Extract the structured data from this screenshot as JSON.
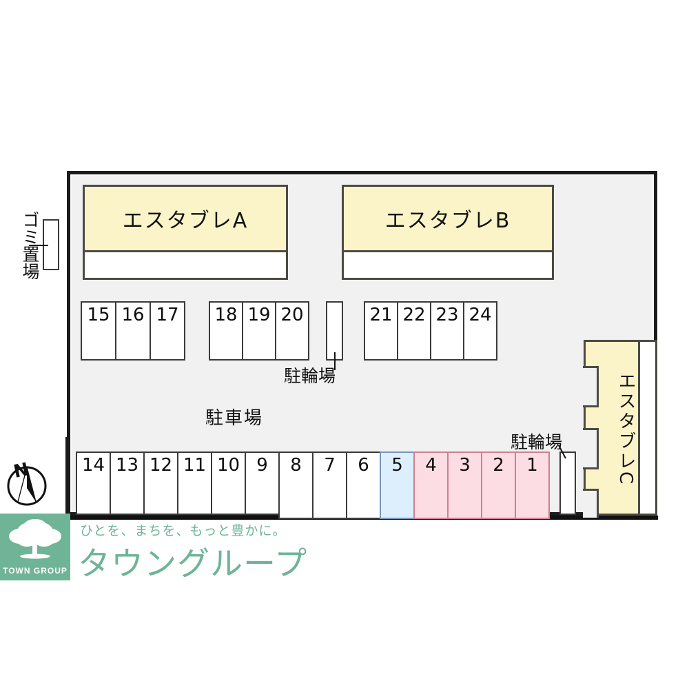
{
  "site": {
    "boundary_color": "#1b1b1b",
    "ground_color": "#f1f1f1"
  },
  "buildings": [
    {
      "id": "A",
      "label": "エスタブレA",
      "fill": "#fbf4c8"
    },
    {
      "id": "B",
      "label": "エスタブレB",
      "fill": "#fbf4c8"
    },
    {
      "id": "C",
      "label": "エスタブレC",
      "fill": "#fbf4c8"
    }
  ],
  "labels": {
    "trash_area": "ゴミ置場",
    "bike_parking_middle": "駐輪場",
    "bike_parking_right": "駐輪場",
    "car_parking": "駐車場",
    "compass_north": "N"
  },
  "parking": {
    "group_upper_left": [
      {
        "number": "15",
        "state": "plain"
      },
      {
        "number": "16",
        "state": "plain"
      },
      {
        "number": "17",
        "state": "plain"
      }
    ],
    "group_upper_mid": [
      {
        "number": "18",
        "state": "plain"
      },
      {
        "number": "19",
        "state": "plain"
      },
      {
        "number": "20",
        "state": "plain"
      }
    ],
    "group_upper_right": [
      {
        "number": "21",
        "state": "plain"
      },
      {
        "number": "22",
        "state": "plain"
      },
      {
        "number": "23",
        "state": "plain"
      },
      {
        "number": "24",
        "state": "plain"
      }
    ],
    "group_bottom": [
      {
        "number": "14",
        "state": "plain"
      },
      {
        "number": "13",
        "state": "plain"
      },
      {
        "number": "12",
        "state": "plain"
      },
      {
        "number": "11",
        "state": "plain"
      },
      {
        "number": "10",
        "state": "plain"
      },
      {
        "number": "9",
        "state": "plain"
      },
      {
        "number": "8",
        "state": "plain"
      },
      {
        "number": "7",
        "state": "plain"
      },
      {
        "number": "6",
        "state": "plain"
      },
      {
        "number": "5",
        "state": "blue"
      },
      {
        "number": "4",
        "state": "pink"
      },
      {
        "number": "3",
        "state": "pink"
      },
      {
        "number": "2",
        "state": "pink"
      },
      {
        "number": "1",
        "state": "pink"
      }
    ]
  },
  "legend_colors": {
    "plain_fill": "#ffffff",
    "blue_fill": "#ddeffc",
    "blue_border": "#7596b8",
    "pink_fill": "#fcdde4",
    "pink_border": "#cf7f90"
  },
  "branding": {
    "tagline": "ひとを、まちを、もっと豊かに。",
    "brand_name": "タウングループ",
    "logo_text": "TOWN GROUP",
    "brand_color": "#6fb496"
  }
}
